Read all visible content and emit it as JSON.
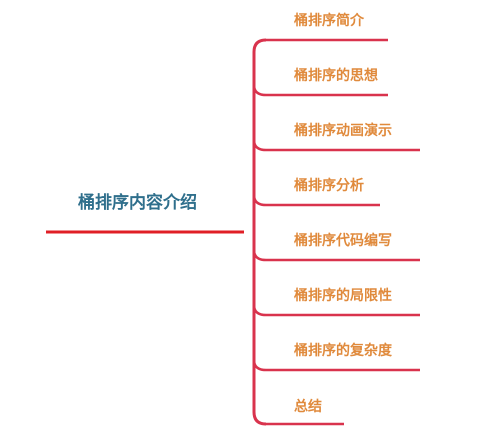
{
  "root": {
    "label": "桶排序内容介绍"
  },
  "branches": [
    {
      "label": "桶排序简介"
    },
    {
      "label": "桶排序的思想"
    },
    {
      "label": "桶排序动画演示"
    },
    {
      "label": "桶排序分析"
    },
    {
      "label": "桶排序代码编写"
    },
    {
      "label": "桶排序的局限性"
    },
    {
      "label": "桶排序的复杂度"
    },
    {
      "label": "总结"
    }
  ],
  "colors": {
    "root_text": "#2f6f8c",
    "root_line": "#e01f26",
    "branch_text": "#e08a3c",
    "branch_line": "#d9334d"
  }
}
